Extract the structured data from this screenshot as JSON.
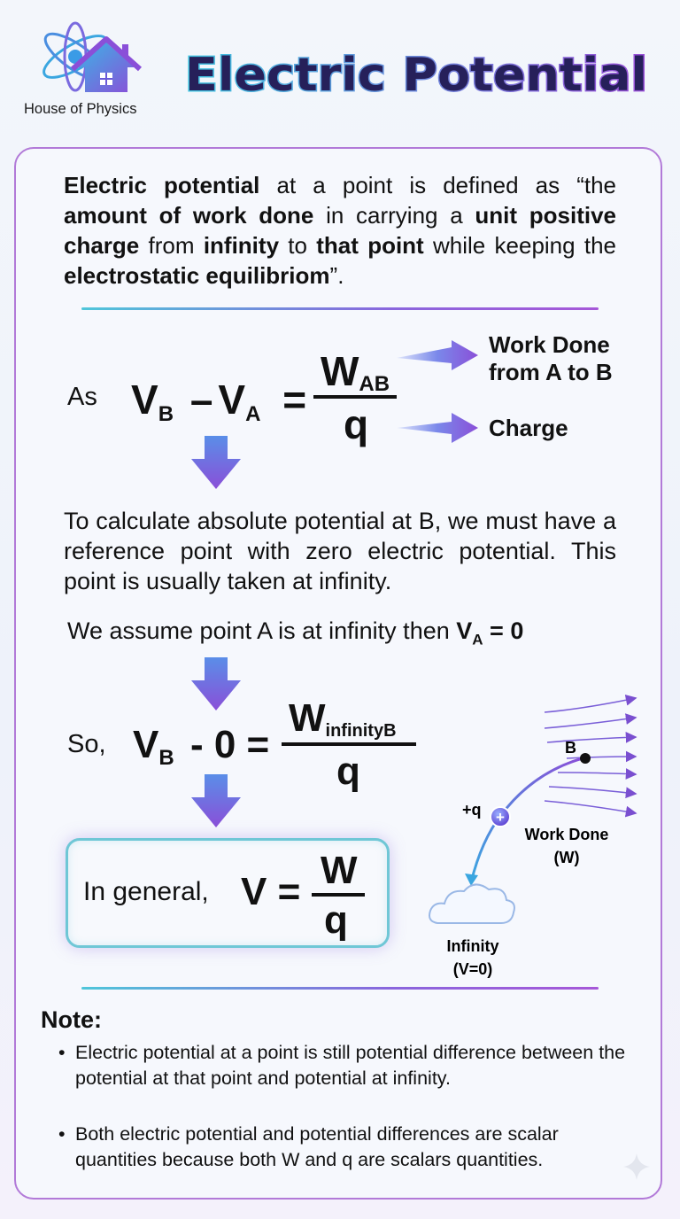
{
  "header": {
    "brand_name": "House of Physics",
    "title": "Electric Potential"
  },
  "definition": {
    "parts": [
      {
        "text": "Electric potential",
        "bold": true
      },
      {
        "text": " at a point is defined as “the ",
        "bold": false
      },
      {
        "text": "amount of work done",
        "bold": true
      },
      {
        "text": " in carrying a ",
        "bold": false
      },
      {
        "text": "unit positive charge",
        "bold": true
      },
      {
        "text": " from ",
        "bold": false
      },
      {
        "text": "infinity",
        "bold": true
      },
      {
        "text": " to ",
        "bold": false
      },
      {
        "text": "that point",
        "bold": true
      },
      {
        "text": " while keeping the ",
        "bold": false
      },
      {
        "text": "electrostatic equilibriom",
        "bold": true
      },
      {
        "text": "”.",
        "bold": false
      }
    ]
  },
  "equation1": {
    "prefix": "As",
    "lhs_v1": "V",
    "lhs_sub1": "B",
    "minus": "–",
    "lhs_v2": "V",
    "lhs_sub2": "A",
    "equals": "=",
    "num": "W",
    "num_sub": "AB",
    "den": "q",
    "label_work": "Work Done\nfrom A to B",
    "label_charge": "Charge"
  },
  "absolute_text": "To calculate absolute potential at B, we must have a reference point with zero electric potential. This point is usually taken at infinity.",
  "assume": {
    "text": "We assume point A is at infinity then ",
    "v": "V",
    "sub": "A",
    "rest": " = 0"
  },
  "equation2": {
    "prefix": "So,",
    "v": "V",
    "sub": "B",
    "rest": "- 0 =",
    "num": "W",
    "num_sub": "infinityB",
    "den": "q"
  },
  "general": {
    "prefix": "In general,",
    "lhs": "V =",
    "num": "W",
    "den": "q"
  },
  "diagram": {
    "point_label": "B",
    "charge_label": "+q",
    "charge_symbol": "+",
    "work_label_1": "Work Done",
    "work_label_2": "(W)",
    "infinity_label_1": "Infinity",
    "infinity_label_2": "(V=0)"
  },
  "note": {
    "title": "Note:",
    "bullets": [
      "Electric potential at a point is still potential difference between the potential at that point and potential at infinity.",
      "Both electric potential and potential differences are scalar quantities because both W and q are scalars quantities."
    ]
  },
  "colors": {
    "accent_cyan": "#4fc6da",
    "accent_purple": "#8a4fd8",
    "title_fill": "#2a1f5a"
  }
}
